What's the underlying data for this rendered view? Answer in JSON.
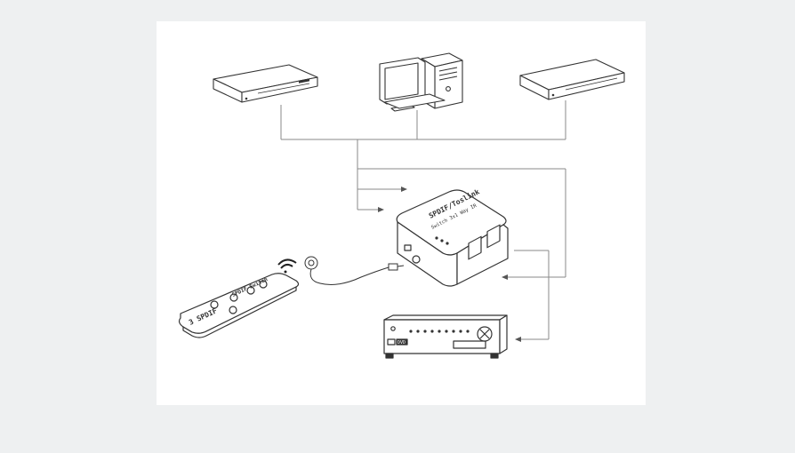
{
  "diagram": {
    "device_label_top": "SPDIF/Toslink",
    "device_label_bottom": "Switch 3x1 Way IR",
    "remote_label": "SPDIF Switch",
    "remote_brand": "3 SPDIF",
    "receiver_display": "DVD",
    "receiver_badge": "",
    "colors": {
      "stroke": "#333333",
      "line": "#8a8a8a",
      "paper": "#ffffff",
      "frame": "#eef0f1"
    }
  }
}
